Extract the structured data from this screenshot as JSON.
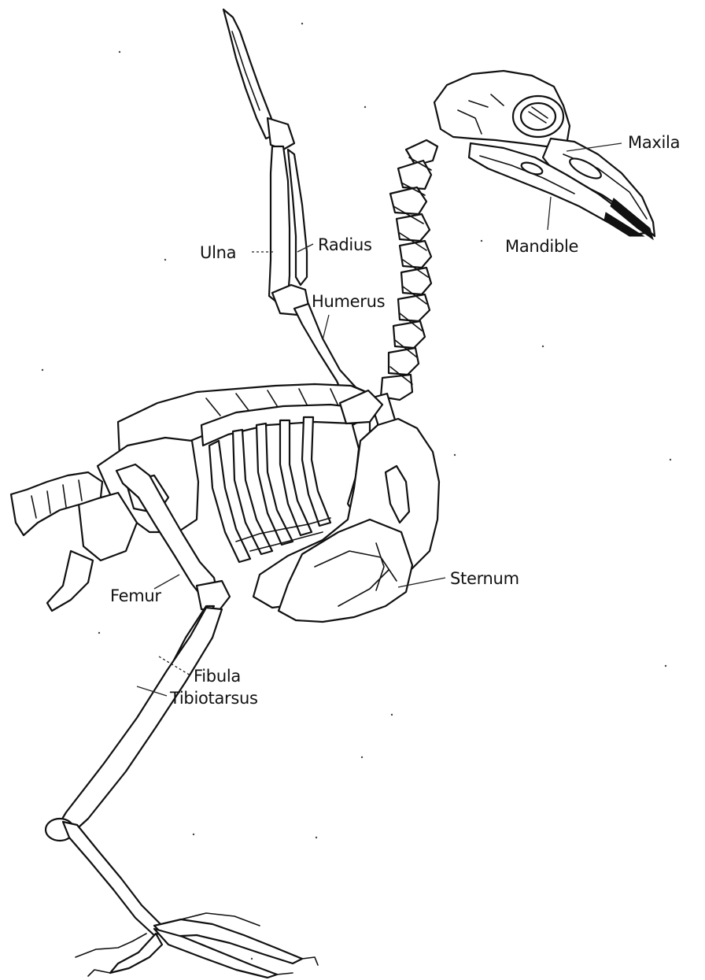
{
  "diagram": {
    "labels": {
      "maxilla": "Maxila",
      "mandible": "Mandible",
      "ulna": "Ulna",
      "radius": "Radius",
      "humerus": "Humerus",
      "femur": "Femur",
      "sternum": "Sternum",
      "fibula": "Fibula",
      "tibiotarsus": "Tibiotarsus"
    }
  }
}
